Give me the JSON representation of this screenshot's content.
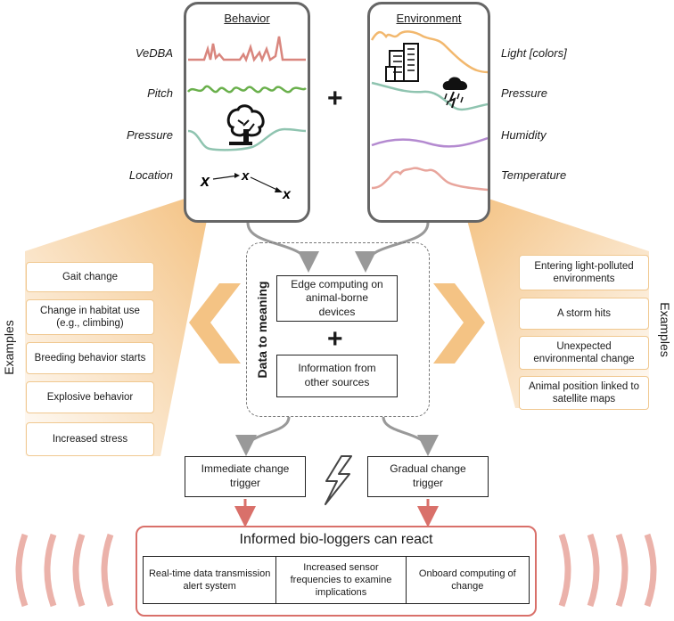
{
  "behavior_panel": {
    "title": "Behavior",
    "signals": [
      "VeDBA",
      "Pitch",
      "Pressure",
      "Location"
    ]
  },
  "environment_panel": {
    "title": "Environment",
    "signals": [
      "Light [colors]",
      "Pressure",
      "Humidity",
      "Temperature"
    ]
  },
  "location_marker": "x",
  "center": {
    "label": "Data to meaning",
    "edge_computing": "Edge computing on animal-borne devices",
    "other_sources": "Information from other sources"
  },
  "examples_left": {
    "label": "Examples",
    "items": [
      "Gait change",
      "Change in habitat use (e.g., climbing)",
      "Breeding behavior starts",
      "Explosive behavior",
      "Increased stress"
    ]
  },
  "examples_right": {
    "label": "Examples",
    "items": [
      "Entering light-polluted environments",
      "A storm hits",
      "Unexpected environmental change",
      "Animal position linked to satellite maps"
    ]
  },
  "triggers": {
    "immediate": "Immediate change trigger",
    "gradual": "Gradual change trigger"
  },
  "react": {
    "title": "Informed bio-loggers can react",
    "items": [
      "Real-time data transmission alert system",
      "Increased sensor frequencies to examine implications",
      "Onboard computing of change"
    ]
  },
  "colors": {
    "vedba": "#d9867e",
    "pitch": "#6ab04c",
    "pressure": "#8fc4b0",
    "light": "#f2b86e",
    "humidity": "#b48ad0",
    "temperature": "#e8a59c",
    "orange_fan": "#f2c28a",
    "react_border": "#d9706a"
  }
}
